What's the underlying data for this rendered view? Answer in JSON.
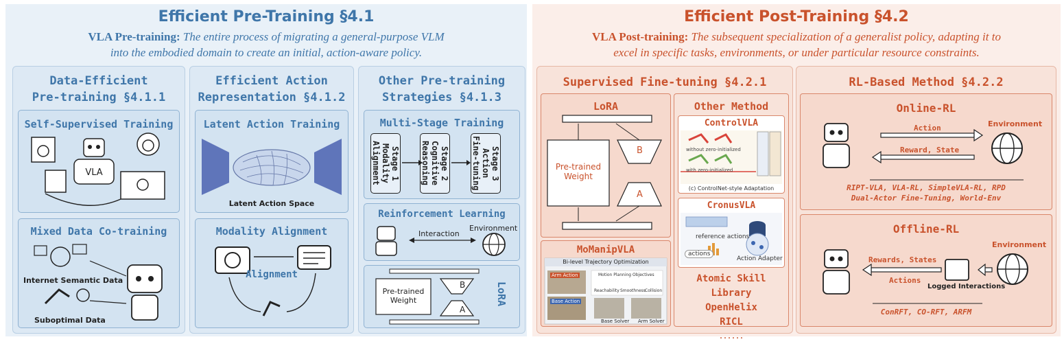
{
  "pretrain": {
    "title": "Efficient Pre-Training §4.1",
    "def_label": "VLA Pre-training:",
    "def_text_1": "The entire process of migrating a general-purpose VLM",
    "def_text_2": "into the embodied domain to create an initial, action-aware policy.",
    "col1": {
      "title_1": "Data-Efficient",
      "title_2": "Pre-training §4.1.1",
      "box1_title": "Self-Supervised Training",
      "vla_label": "VLA",
      "box2_title": "Mixed Data Co-training",
      "internet_label": "Internet Semantic Data",
      "suboptimal_label": "Suboptimal Data"
    },
    "col2": {
      "title_1": "Efficient Action",
      "title_2": "Representation §4.1.2",
      "box1_title": "Latent Action Training",
      "latent_label": "Latent Action Space",
      "box2_title": "Modality Alignment",
      "alignment_label": "Alignment"
    },
    "col3": {
      "title_1": "Other Pre-training",
      "title_2": "Strategies §4.1.3",
      "box1_title": "Multi-Stage Training",
      "stages": [
        "Stage 1 Modality Alignment",
        "Stage 2 Cognitive Reasoning",
        "Stage 3 Action Fine-tuning"
      ],
      "box2_title": "Reinforcement Learning",
      "interaction_label": "Interaction",
      "environment_label": "Environment",
      "pretrained_weight": "Pre-trained Weight",
      "b_label": "B",
      "a_label": "A",
      "lora_label": "LoRA"
    }
  },
  "posttrain": {
    "title": "Efficient Post-Training §4.2",
    "def_label": "VLA Post-training:",
    "def_text_1": "The subsequent specialization of a generalist policy, adapting it to",
    "def_text_2": "excel in specific tasks, environments, or under particular resource constraints.",
    "sft": {
      "title": "Supervised Fine-tuning §4.2.1",
      "lora_title": "LoRA",
      "pretrained_weight": "Pre-trained Weight",
      "b_label": "B",
      "a_label": "A",
      "other_title": "Other Method",
      "controlvla": "ControlVLA",
      "controlvla_caption": "(c) ControlNet-style Adaptation",
      "without_label": "without zero-initialized",
      "with_label": "with zero-initialized",
      "cronusvla": "CronusVLA",
      "reference_actions": "reference actions",
      "actions": "actions",
      "action_adapter": "Action Adapter",
      "momanip": "MoManipVLA",
      "bilevel": "Bi-level Trajectory Optimization",
      "arm_action": "Arm Action",
      "base_action": "Base Action",
      "base_solver": "Base Solver",
      "arm_solver": "Arm Solver",
      "motion_obj": "Motion Planning Objectives",
      "reachability": "Reachability",
      "smoothness": "Smoothness",
      "collision": "Collision",
      "methods": [
        "Atomic Skill Library",
        "OpenHelix",
        "RICL",
        "......"
      ]
    },
    "rl": {
      "title": "RL-Based Method §4.2.2",
      "online_title": "Online-RL",
      "action_label": "Action",
      "reward_state_label": "Reward, State",
      "environment_label": "Environment",
      "online_methods_1": "RIPT-VLA, VLA-RL, SimpleVLA-RL, RPD",
      "online_methods_2": "Dual-Actor Fine-Tuning, World-Env",
      "offline_title": "Offline-RL",
      "rewards_states_label": "Rewards, States",
      "actions_label": "Actions",
      "logged_label": "Logged Interactions",
      "offline_methods": "ConRFT, CO-RFT, ARFM"
    }
  }
}
